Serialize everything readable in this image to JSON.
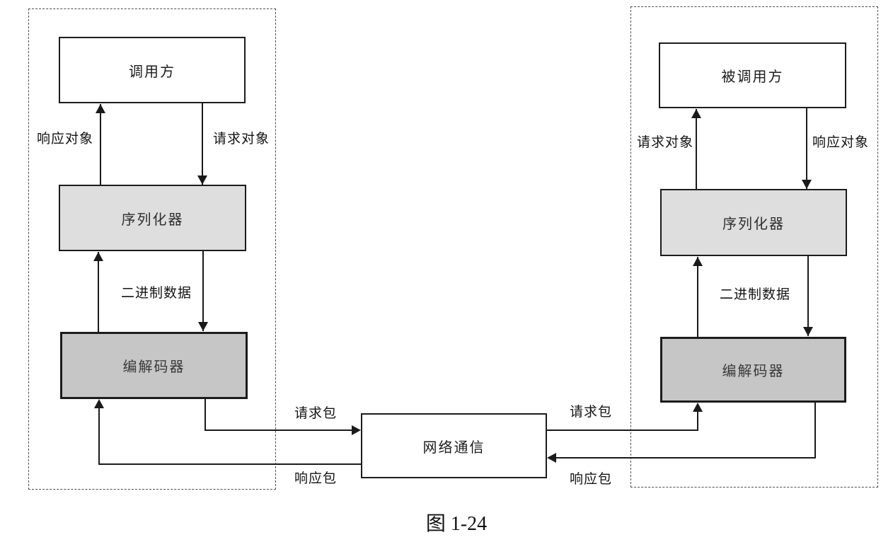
{
  "figure_caption": "图 1-24",
  "colors": {
    "serializer_fill": "#dedede",
    "codec_fill": "#c6c6c6",
    "box_border": "#1c1c1c",
    "line_color": "#1a1a1a",
    "panel_dash_color": "#4d4d4d",
    "background": "#ffffff"
  },
  "left": {
    "caller": "调用方",
    "serializer": "序列化器",
    "codec": "编解码器",
    "labels": {
      "response_object": "响应对象",
      "request_object": "请求对象",
      "binary_data": "二进制数据",
      "request_packet": "请求包",
      "response_packet": "响应包"
    }
  },
  "right": {
    "callee": "被调用方",
    "serializer": "序列化器",
    "codec": "编解码器",
    "labels": {
      "request_object": "请求对象",
      "response_object": "响应对象",
      "binary_data": "二进制数据",
      "request_packet": "请求包",
      "response_packet": "响应包"
    }
  },
  "network": {
    "label": "网络通信"
  }
}
